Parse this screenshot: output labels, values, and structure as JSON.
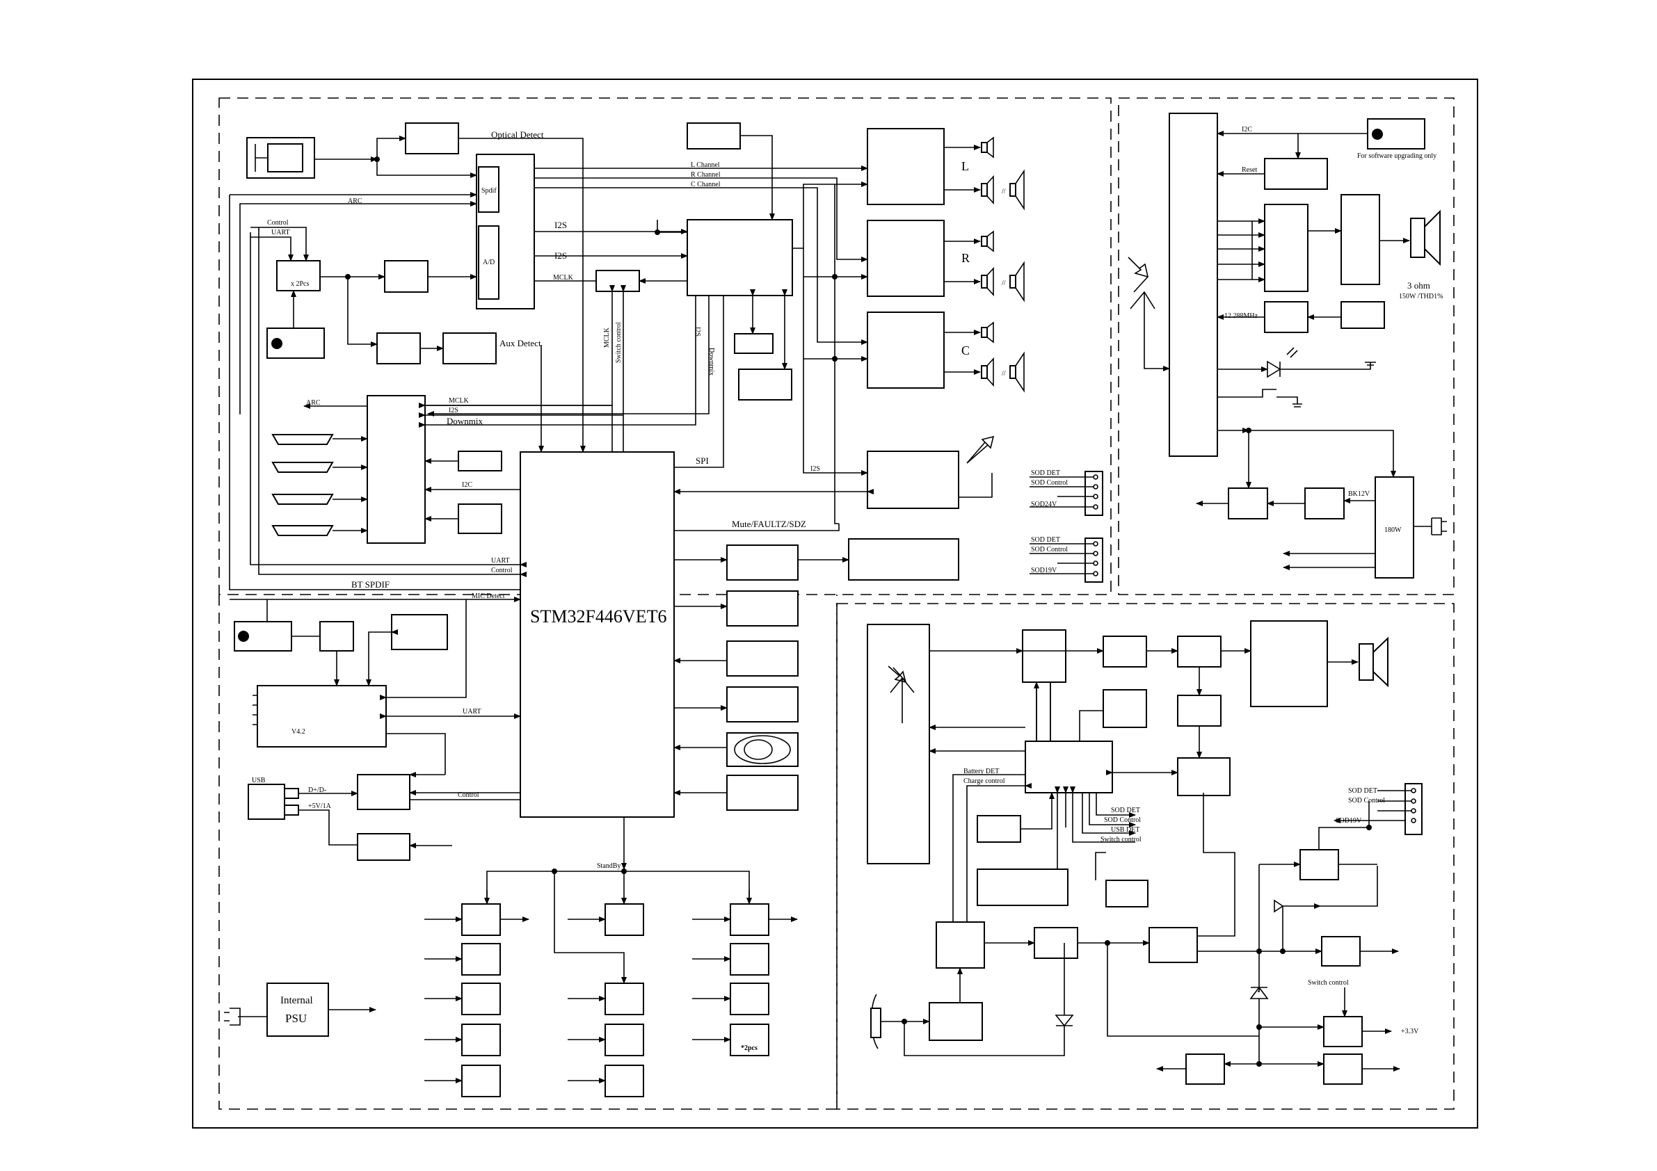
{
  "mcu": {
    "name": "STM32F446VET6"
  },
  "psu": {
    "label1": "Internal",
    "label2": "PSU"
  },
  "signals": {
    "optical_detect": "Optical Detect",
    "aux_detect": "Aux Detect",
    "arc": "ARC",
    "control": "Control",
    "uart": "UART",
    "x2pcs": "x 2Pcs",
    "spdif": "Spdif",
    "ad": "A/D",
    "i2s": "I2S",
    "mclk": "MCLK",
    "l_channel": "L Channel",
    "r_channel": "R Channel",
    "c_channel": "C Channel",
    "switch_control": "Switch control",
    "downmix": "Downmix",
    "spi": "SPI",
    "i2c": "I2C",
    "mute": "Mute/FAULTZ/SDZ",
    "bt_spdif": "BT SPDIF",
    "mic_detect": "MIC Detect",
    "v42": "V4.2",
    "usb": "USB",
    "dplus": "D+/D-",
    "power5v": "+5V/1A",
    "standby": "StandBy",
    "x2pcs_bold": "*2pcs",
    "ch_l": "L",
    "ch_r": "R",
    "ch_c": "C",
    "sod_det": "SOD DET",
    "sod_control": "SOD Control",
    "sod24v": "SOD24V",
    "sod19v": "SOD19V",
    "reset": "Reset",
    "sw_upgrade": "For software upgrading only",
    "three_ohm": "3 ohm",
    "watt150": "150W /THD1%",
    "clk": "12.288MHz",
    "bk12v": "BK12V",
    "watt180": "180W",
    "battery_det": "Battery DET",
    "charge_control": "Charge control",
    "usb_det": "USB DET",
    "plus33": "+3.3V",
    "slash": "//"
  }
}
